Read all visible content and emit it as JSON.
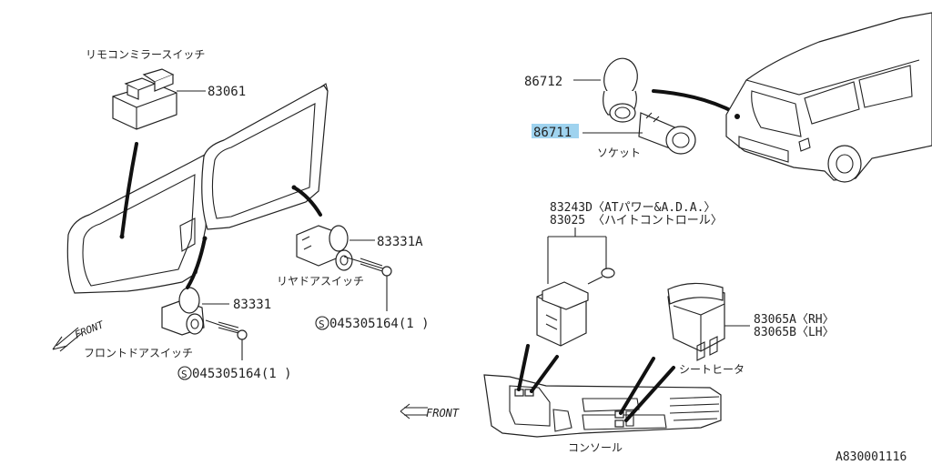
{
  "labels": {
    "remote_mirror_switch": "リモコンミラースイッチ",
    "p83061": "83061",
    "p83331a": "83331A",
    "rear_door_switch": "リヤドアスイッチ",
    "p83331": "83331",
    "front_door_switch": "フロントドアスイッチ",
    "screw1": "045305164(1 )",
    "screw2": "045305164(1 )",
    "screw_symbol": "S",
    "front_left": "FRONT",
    "p86712": "86712",
    "p86711": "86711",
    "socket": "ソケット",
    "p83243d": "83243D〈ATパワー&A.D.A.〉",
    "p83025": "83025 〈ハイトコントロール〉",
    "p83065a": "83065A〈RH〉",
    "p83065b": "83065B〈LH〉",
    "seat_heater": "シートヒータ",
    "front_right": "FRONT",
    "console": "コンソール",
    "figure_id": "A830001116"
  },
  "colors": {
    "highlight": "#9fd3ef",
    "line": "#222222"
  }
}
